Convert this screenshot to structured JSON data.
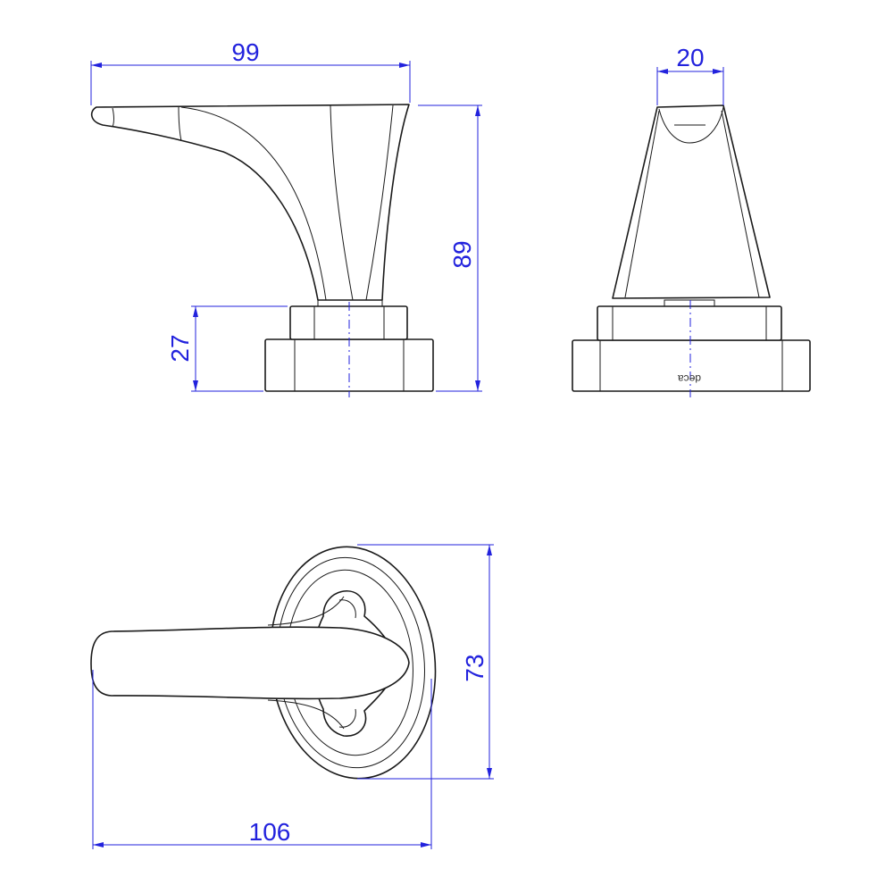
{
  "dimensions": {
    "front_width": "99",
    "front_height": "89",
    "base_height": "27",
    "side_width": "20",
    "top_length": "106",
    "top_height": "73"
  },
  "side_view": {
    "brand_mark": "deca"
  },
  "colors": {
    "dimension": "#2222dd",
    "outline": "#1a1a1a",
    "background": "#ffffff"
  }
}
